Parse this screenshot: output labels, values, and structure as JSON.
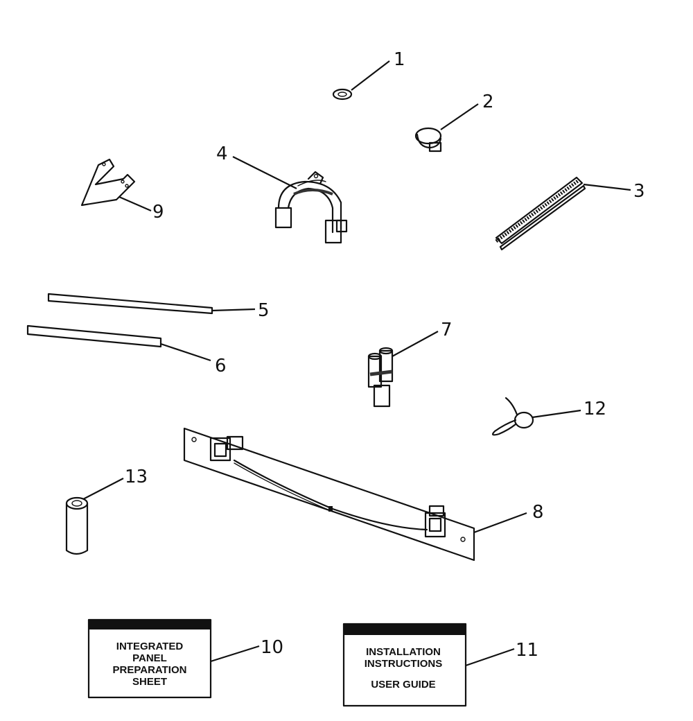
{
  "callouts": {
    "p1": "1",
    "p2": "2",
    "p3": "3",
    "p4": "4",
    "p5": "5",
    "p6": "6",
    "p7": "7",
    "p8": "8",
    "p9": "9",
    "p10": "10",
    "p11": "11",
    "p12": "12",
    "p13": "13"
  },
  "documents": {
    "sheet10": {
      "line1": "INTEGRATED",
      "line2": "PANEL",
      "line3": "PREPARATION",
      "line4": "SHEET"
    },
    "sheet11": {
      "line1": "INSTALLATION",
      "line2": "INSTRUCTIONS",
      "line3": "USER GUIDE"
    }
  }
}
